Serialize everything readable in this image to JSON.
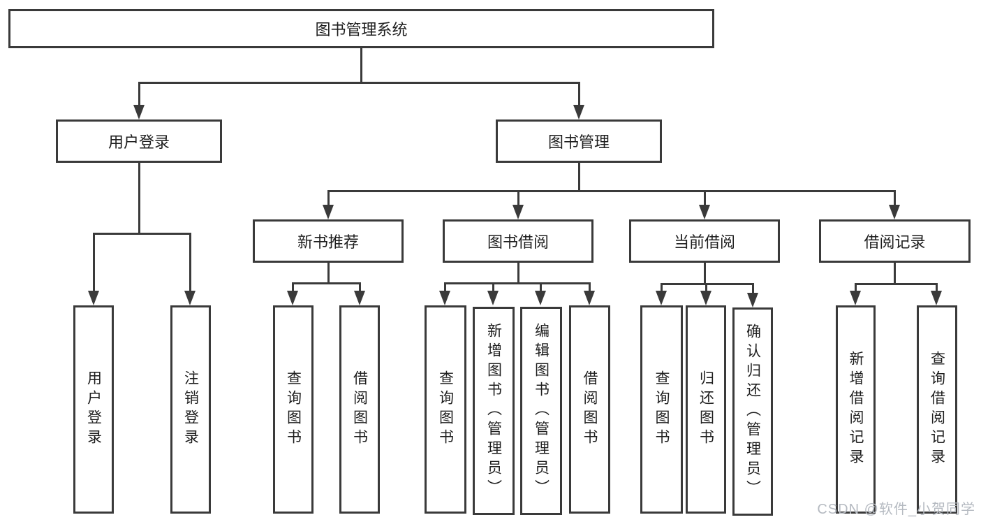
{
  "title": "图书管理系统",
  "watermark": "CSDN @软件_小贺同学",
  "colors": {
    "line": "#3a3a3a",
    "text": "#1e1e1e",
    "watermark": "#b5bac1",
    "background": "#ffffff"
  },
  "tree": {
    "root": {
      "label": "图书管理系统"
    },
    "level1": [
      {
        "id": "user-login",
        "label": "用户登录"
      },
      {
        "id": "book-management",
        "label": "图书管理"
      }
    ],
    "level2": [
      {
        "id": "new-book-recommend",
        "label": "新书推荐",
        "parent": "book-management"
      },
      {
        "id": "book-borrow",
        "label": "图书借阅",
        "parent": "book-management"
      },
      {
        "id": "current-borrow",
        "label": "当前借阅",
        "parent": "book-management"
      },
      {
        "id": "borrow-records",
        "label": "借阅记录",
        "parent": "book-management"
      }
    ],
    "leaves": [
      {
        "id": "leaf-user-login",
        "label": "用户登录",
        "parent": "user-login"
      },
      {
        "id": "leaf-logout",
        "label": "注销登录",
        "parent": "user-login"
      },
      {
        "id": "leaf-query-book-recommend",
        "label": "查询图书",
        "parent": "new-book-recommend"
      },
      {
        "id": "leaf-borrow-book-recommend",
        "label": "借阅图书",
        "parent": "new-book-recommend"
      },
      {
        "id": "leaf-query-book-borrow",
        "label": "查询图书",
        "parent": "book-borrow"
      },
      {
        "id": "leaf-add-book-admin",
        "label": "新增图书（管理员）",
        "parent": "book-borrow"
      },
      {
        "id": "leaf-edit-book-admin",
        "label": "编辑图书（管理员）",
        "parent": "book-borrow"
      },
      {
        "id": "leaf-borrow-book",
        "label": "借阅图书",
        "parent": "book-borrow"
      },
      {
        "id": "leaf-query-book-current",
        "label": "查询图书",
        "parent": "current-borrow"
      },
      {
        "id": "leaf-return-book",
        "label": "归还图书",
        "parent": "current-borrow"
      },
      {
        "id": "leaf-confirm-return-admin",
        "label": "确认归还（管理员）",
        "parent": "current-borrow"
      },
      {
        "id": "leaf-add-borrow-record",
        "label": "新增借阅记录",
        "parent": "borrow-records"
      },
      {
        "id": "leaf-query-borrow-record",
        "label": "查询借阅记录",
        "parent": "borrow-records"
      }
    ]
  }
}
